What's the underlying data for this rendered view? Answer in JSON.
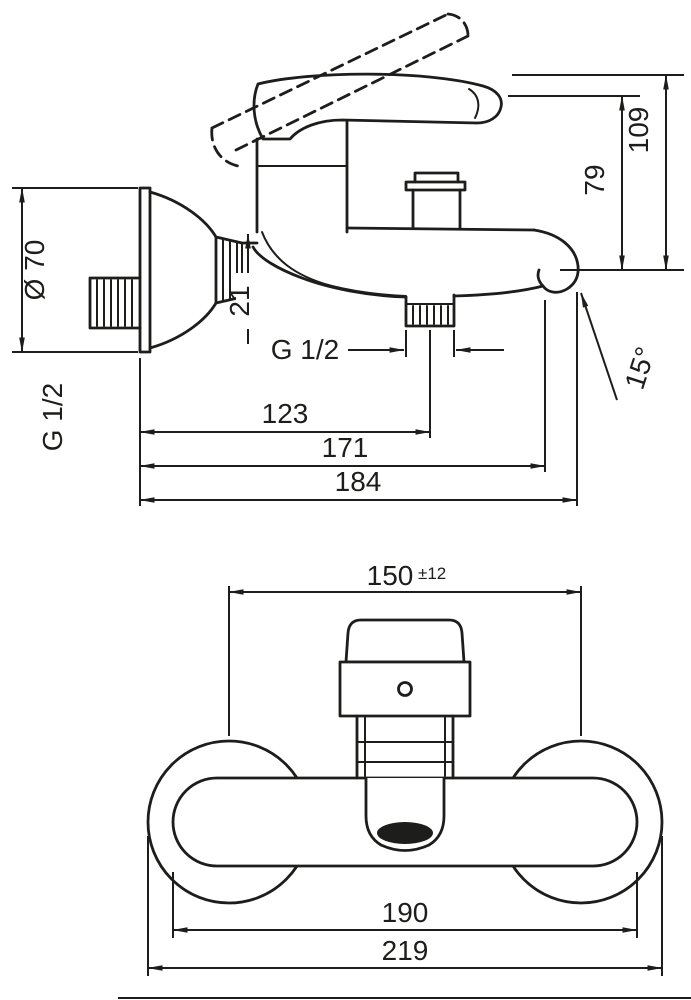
{
  "colors": {
    "line": "#1d1d1b",
    "background": "#ffffff"
  },
  "side_view": {
    "height_total": "109",
    "height_body": "79",
    "escutcheon_diameter": "Ø 70",
    "inlet_thread": "G 1/2",
    "spout_drop": "21",
    "aerator_thread": "G 1/2",
    "depth_to_aerator": "123",
    "depth_to_outlet": "171",
    "depth_total": "184",
    "spout_angle": "15°"
  },
  "front_view": {
    "connection_distance": "150",
    "connection_tolerance": "±12",
    "body_width": "190",
    "total_width": "219"
  }
}
